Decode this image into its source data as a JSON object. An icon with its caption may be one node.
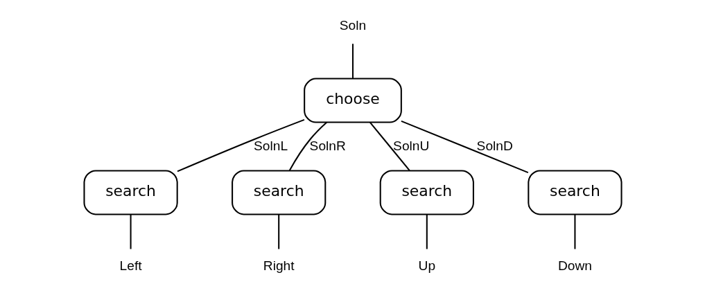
{
  "diagram": {
    "nodes": [
      {
        "text": [
          "Soln"
        ]
      },
      {
        "text": [
          "choose"
        ]
      },
      {
        "text": [
          "search"
        ]
      },
      {
        "text": [
          "search"
        ]
      },
      {
        "text": [
          "search"
        ]
      },
      {
        "text": [
          "search"
        ]
      },
      {
        "text": [
          "Left"
        ]
      },
      {
        "text": [
          "Right"
        ]
      },
      {
        "text": [
          "Up"
        ]
      },
      {
        "text": [
          "Down"
        ]
      }
    ],
    "edges": [
      {
        "from": 0,
        "to": 1,
        "arrow": "none"
      },
      {
        "from": 1,
        "to": 2,
        "arrow": "none",
        "label": "SolnL"
      },
      {
        "from": 1,
        "to": 3,
        "arrow": "none",
        "label": "SolnR"
      },
      {
        "from": 1,
        "to": 4,
        "arrow": "none",
        "label": "SolnU"
      },
      {
        "from": 1,
        "to": 5,
        "arrow": "none",
        "label": "SolnD"
      },
      {
        "from": 2,
        "to": 6,
        "arrow": "none"
      },
      {
        "from": 3,
        "to": 7,
        "arrow": "none"
      },
      {
        "from": 4,
        "to": 8,
        "arrow": "none"
      },
      {
        "from": 5,
        "to": 9,
        "arrow": "none"
      }
    ]
  }
}
